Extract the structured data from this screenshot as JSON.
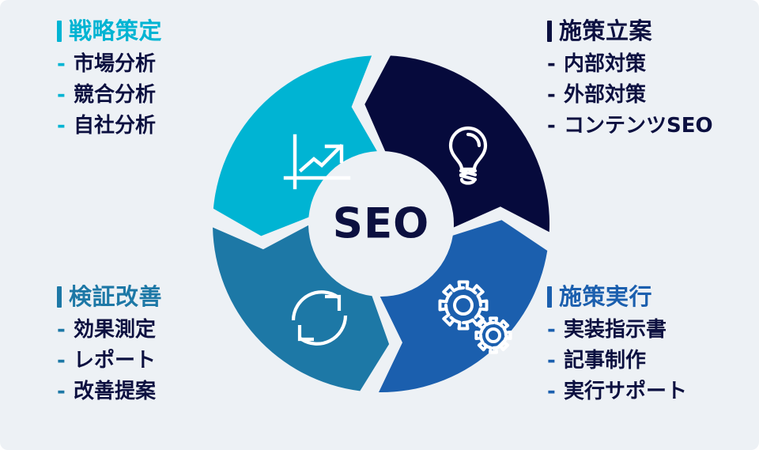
{
  "page": {
    "background_color": "#edf1f5",
    "title": "SEO cycle diagram"
  },
  "center": {
    "label": "SEO",
    "text_color": "#0c1040",
    "fill_color": "#edf1f5"
  },
  "colors": {
    "cyan": "#00b4d3",
    "navy": "#060a3c",
    "blue": "#1b5fae",
    "teal": "#1d78a6",
    "text_navy": "#0c1040",
    "gap": "#edf1f5"
  },
  "blocks": {
    "top_left": {
      "title": "戦略策定",
      "title_color": "#00b4d3",
      "bar_color": "#00b4d3",
      "dash_color": "#00b4d3",
      "items": [
        "市場分析",
        "競合分析",
        "自社分析"
      ],
      "icon": "growth-chart-icon"
    },
    "top_right": {
      "title": "施策立案",
      "title_color": "#0c1040",
      "bar_color": "#0c1040",
      "dash_color": "#0c1040",
      "items": [
        "内部対策",
        "外部対策",
        "コンテンツSEO"
      ],
      "icon": "lightbulb-icon"
    },
    "bottom_left": {
      "title": "検証改善",
      "title_color": "#1d78a6",
      "bar_color": "#1d78a6",
      "dash_color": "#1d78a6",
      "items": [
        "効果測定",
        "レポート",
        "改善提案"
      ],
      "icon": "refresh-cycle-icon"
    },
    "bottom_right": {
      "title": "施策実行",
      "title_color": "#1b5fae",
      "bar_color": "#1b5fae",
      "dash_color": "#1b5fae",
      "items": [
        "実装指示書",
        "記事制作",
        "実行サポート"
      ],
      "icon": "gears-icon"
    }
  },
  "chart_data": {
    "type": "pie",
    "title": "SEO",
    "legend": "none",
    "segments": [
      {
        "name": "戦略策定",
        "position": "top-left",
        "color": "#00b4d3",
        "value": 25,
        "icon": "growth-chart-icon"
      },
      {
        "name": "施策立案",
        "position": "top-right",
        "color": "#060a3c",
        "value": 25,
        "icon": "lightbulb-icon"
      },
      {
        "name": "施策実行",
        "position": "bottom-right",
        "color": "#1b5fae",
        "value": 25,
        "icon": "gears-icon"
      },
      {
        "name": "検証改善",
        "position": "bottom-left",
        "color": "#1d78a6",
        "value": 25,
        "icon": "refresh-cycle-icon"
      }
    ],
    "flow": "counter-clockwise",
    "hole_label": "SEO"
  }
}
